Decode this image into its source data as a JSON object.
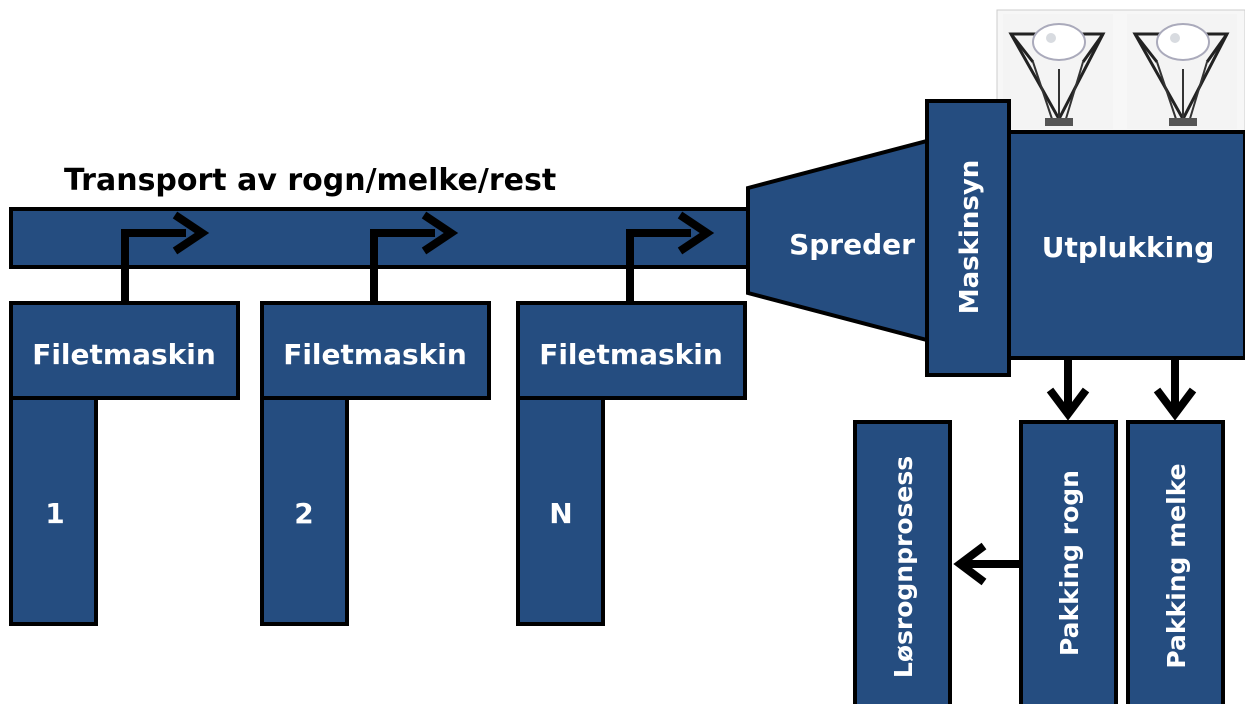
{
  "diagram": {
    "title": "Transport av rogn/melke/rest",
    "machines": [
      {
        "label": "Filetmaskin",
        "id": "1"
      },
      {
        "label": "Filetmaskin",
        "id": "2"
      },
      {
        "label": "Filetmaskin",
        "id": "N"
      }
    ],
    "spreader": "Spreder",
    "vision": "Maskinsyn",
    "picking": "Utplukking",
    "packing_roe": "Pakking rogn",
    "packing_milt": "Pakking melke",
    "loose_roe": "Løsrognprosess",
    "robot_image": "delta-robot-illustration",
    "colors": {
      "box": "#254d80",
      "outline": "#000000",
      "text": "#ffffff"
    }
  }
}
